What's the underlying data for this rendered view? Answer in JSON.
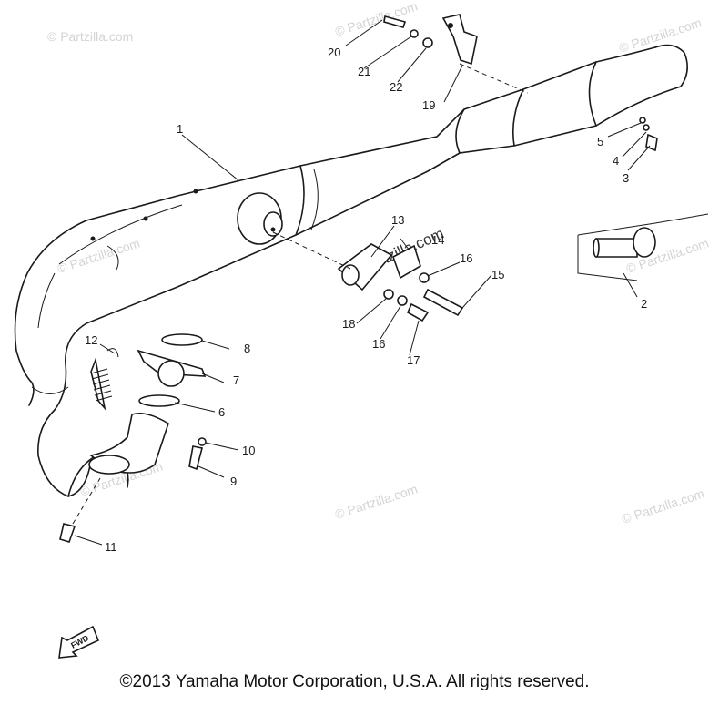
{
  "watermark": {
    "text": "© Partzilla.com",
    "prominent_text": "Partzilla.com",
    "color": "#d4d4d4"
  },
  "callouts": [
    "1",
    "2",
    "3",
    "4",
    "5",
    "6",
    "7",
    "8",
    "9",
    "10",
    "11",
    "12",
    "13",
    "14",
    "15",
    "16",
    "16",
    "17",
    "18",
    "19",
    "20",
    "21",
    "22"
  ],
  "fwd_label": "FWD",
  "copyright": "©2013  Yamaha Motor Corporation, U.S.A. All rights reserved."
}
